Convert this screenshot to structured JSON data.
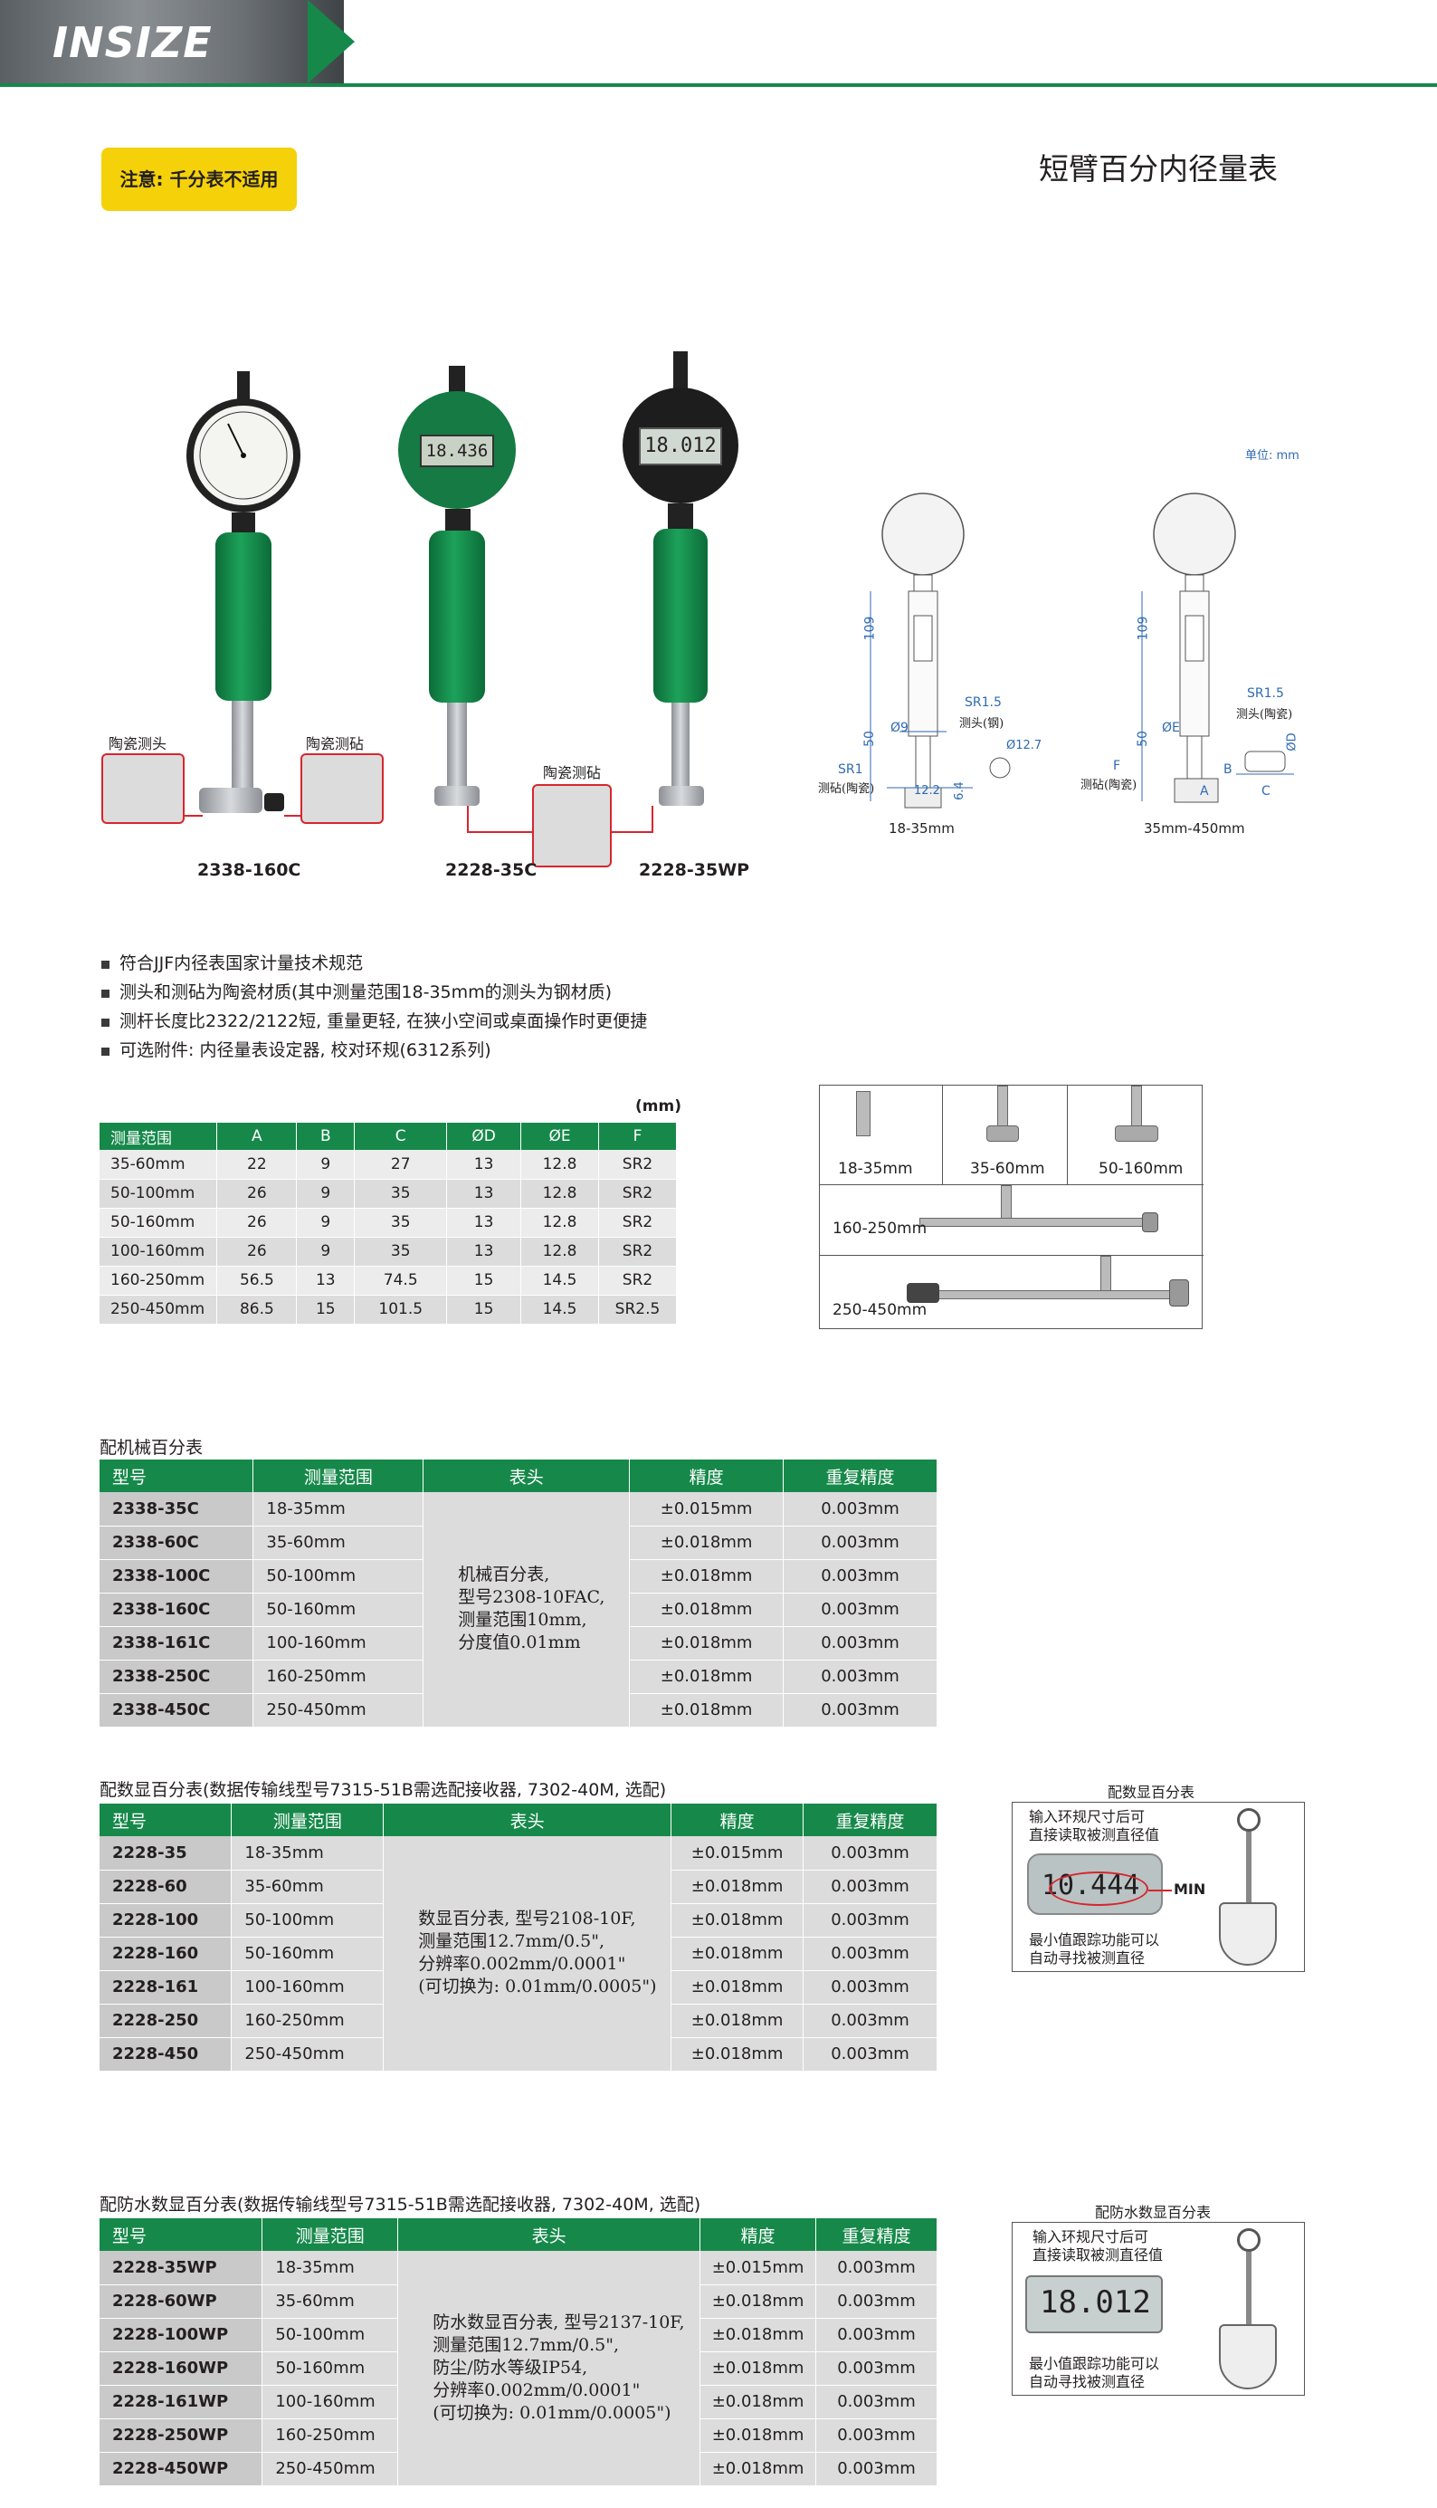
{
  "header": {
    "brand": "INSIZE"
  },
  "notice": "注意: 千分表不适用",
  "page_title": "短臂百分内径量表",
  "products": [
    {
      "model": "2338-160C",
      "inset_left": "陶瓷测头",
      "inset_right": "陶瓷测砧"
    },
    {
      "model": "2228-35C",
      "inset_bottom": "陶瓷测砧"
    },
    {
      "model": "2228-35WP",
      "dial_reading": "18.012"
    }
  ],
  "digital_reading_1": "18.436",
  "drawings": {
    "unit": "单位: mm",
    "left": {
      "range": "18-35mm",
      "dim_109": "109",
      "dim_50": "50",
      "dim_phi9": "Ø9",
      "sr15": "SR1.5",
      "sr15_note": "测头(钢)",
      "sr1": "SR1",
      "sr1_note": "测砧(陶瓷)",
      "dim_122": "12.2",
      "dim_64": "6.4",
      "dim_phi127": "Ø12.7"
    },
    "right": {
      "range": "35mm-450mm",
      "dim_109": "109",
      "dim_50": "50",
      "dim_phie": "ØE",
      "sr15": "SR1.5",
      "sr15_note": "测头(陶瓷)",
      "f": "F",
      "f_note": "测砧(陶瓷)",
      "a": "A",
      "b": "B",
      "c": "C",
      "phid": "ØD"
    }
  },
  "bullets": [
    "符合JJF内径表国家计量技术规范",
    "测头和测砧为陶瓷材质(其中测量范围18-35mm的测头为钢材质)",
    "测杆长度比2322/2122短, 重量更轻, 在狭小空间或桌面操作时更便捷",
    "可选附件: 内径量表设定器, 校对环规(6312系列)"
  ],
  "dims_table": {
    "unit": "(mm)",
    "headers": [
      "测量范围",
      "A",
      "B",
      "C",
      "ØD",
      "ØE",
      "F"
    ],
    "rows": [
      [
        "35-60mm",
        "22",
        "9",
        "27",
        "13",
        "12.8",
        "SR2"
      ],
      [
        "50-100mm",
        "26",
        "9",
        "35",
        "13",
        "12.8",
        "SR2"
      ],
      [
        "50-160mm",
        "26",
        "9",
        "35",
        "13",
        "12.8",
        "SR2"
      ],
      [
        "100-160mm",
        "26",
        "9",
        "35",
        "13",
        "12.8",
        "SR2"
      ],
      [
        "160-250mm",
        "56.5",
        "13",
        "74.5",
        "15",
        "14.5",
        "SR2"
      ],
      [
        "250-450mm",
        "86.5",
        "15",
        "101.5",
        "15",
        "14.5",
        "SR2.5"
      ]
    ]
  },
  "range_grid": [
    "18-35mm",
    "35-60mm",
    "50-160mm",
    "160-250mm",
    "250-450mm"
  ],
  "mech": {
    "title": "配机械百分表",
    "headers": [
      "型号",
      "测量范围",
      "表头",
      "精度",
      "重复精度"
    ],
    "head_lines": [
      "机械百分表,",
      "型号2308-10FAC,",
      "测量范围10mm,",
      "分度值0.01mm"
    ],
    "rows": [
      [
        "2338-35C",
        "18-35mm",
        "±0.015mm",
        "0.003mm"
      ],
      [
        "2338-60C",
        "35-60mm",
        "±0.018mm",
        "0.003mm"
      ],
      [
        "2338-100C",
        "50-100mm",
        "±0.018mm",
        "0.003mm"
      ],
      [
        "2338-160C",
        "50-160mm",
        "±0.018mm",
        "0.003mm"
      ],
      [
        "2338-161C",
        "100-160mm",
        "±0.018mm",
        "0.003mm"
      ],
      [
        "2338-250C",
        "160-250mm",
        "±0.018mm",
        "0.003mm"
      ],
      [
        "2338-450C",
        "250-450mm",
        "±0.018mm",
        "0.003mm"
      ]
    ]
  },
  "digital": {
    "title": "配数显百分表(数据传输线型号7315-51B需选配接收器, 7302-40M, 选配)",
    "headers": [
      "型号",
      "测量范围",
      "表头",
      "精度",
      "重复精度"
    ],
    "head_lines": [
      "数显百分表, 型号2108-10F,",
      "测量范围12.7mm/0.5\",",
      "分辨率0.002mm/0.0001\"",
      "(可切换为: 0.01mm/0.0005\")"
    ],
    "rows": [
      [
        "2228-35",
        "18-35mm",
        "±0.015mm",
        "0.003mm"
      ],
      [
        "2228-60",
        "35-60mm",
        "±0.018mm",
        "0.003mm"
      ],
      [
        "2228-100",
        "50-100mm",
        "±0.018mm",
        "0.003mm"
      ],
      [
        "2228-160",
        "50-160mm",
        "±0.018mm",
        "0.003mm"
      ],
      [
        "2228-161",
        "100-160mm",
        "±0.018mm",
        "0.003mm"
      ],
      [
        "2228-250",
        "160-250mm",
        "±0.018mm",
        "0.003mm"
      ],
      [
        "2228-450",
        "250-450mm",
        "±0.018mm",
        "0.003mm"
      ]
    ],
    "side": {
      "title": "配数显百分表",
      "top": [
        "输入环规尺寸后可",
        "直接读取被测直径值"
      ],
      "reading": "10.444",
      "min": "MIN",
      "bottom": [
        "最小值跟踪功能可以",
        "自动寻找被测直径"
      ]
    }
  },
  "waterproof": {
    "title": "配防水数显百分表(数据传输线型号7315-51B需选配接收器, 7302-40M, 选配)",
    "headers": [
      "型号",
      "测量范围",
      "表头",
      "精度",
      "重复精度"
    ],
    "head_lines": [
      "防水数显百分表, 型号2137-10F,",
      "测量范围12.7mm/0.5\",",
      "防尘/防水等级IP54,",
      "分辨率0.002mm/0.0001\"",
      "(可切换为: 0.01mm/0.0005\")"
    ],
    "rows": [
      [
        "2228-35WP",
        "18-35mm",
        "±0.015mm",
        "0.003mm"
      ],
      [
        "2228-60WP",
        "35-60mm",
        "±0.018mm",
        "0.003mm"
      ],
      [
        "2228-100WP",
        "50-100mm",
        "±0.018mm",
        "0.003mm"
      ],
      [
        "2228-160WP",
        "50-160mm",
        "±0.018mm",
        "0.003mm"
      ],
      [
        "2228-161WP",
        "100-160mm",
        "±0.018mm",
        "0.003mm"
      ],
      [
        "2228-250WP",
        "160-250mm",
        "±0.018mm",
        "0.003mm"
      ],
      [
        "2228-450WP",
        "250-450mm",
        "±0.018mm",
        "0.003mm"
      ]
    ],
    "side": {
      "title": "配防水数显百分表",
      "top": [
        "输入环规尺寸后可",
        "直接读取被测直径值"
      ],
      "reading": "18.012",
      "bottom": [
        "最小值跟踪功能可以",
        "自动寻找被测直径"
      ]
    }
  },
  "colors": {
    "brand_green": "#16894a",
    "notice_yellow": "#f5d10a",
    "accent_red": "#d6262e"
  }
}
